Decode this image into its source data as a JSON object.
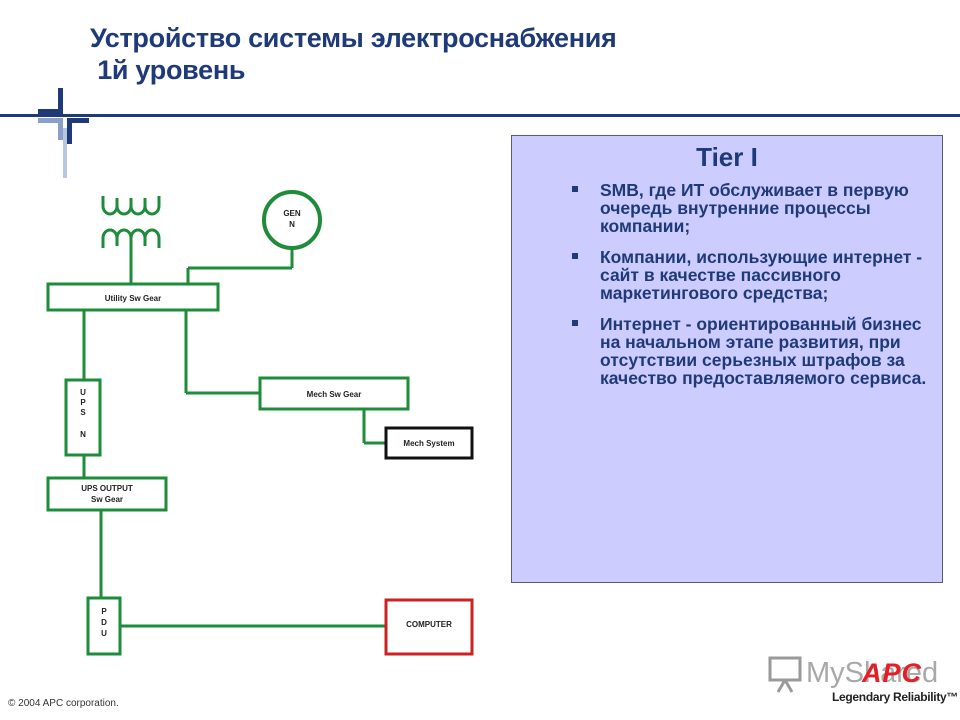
{
  "slide": {
    "title_line1": "Устройство системы электроснабжения",
    "title_line2": " 1й уровень",
    "copyright": "© 2004 APC corporation."
  },
  "diagram": {
    "gen_line1": "GEN",
    "gen_line2": "N",
    "utility_sw_gear": "Utility Sw Gear",
    "mech_sw_gear": "Mech Sw Gear",
    "mech_system": "Mech System",
    "ups_letters": [
      "U",
      "P",
      "S",
      "N"
    ],
    "ups_output_line1": "UPS OUTPUT",
    "ups_output_line2": "Sw Gear",
    "pdu_letters": [
      "P",
      "D",
      "U"
    ],
    "computer": "COMPUTER"
  },
  "infobox": {
    "heading": "Tier I",
    "bullets": [
      "SMB, где ИТ обслуживает в первую очередь внутренние процессы компании;",
      "Компании, использующие интернет - сайт в качестве пассивного маркетингового средства;",
      "Интернет - ориентированный бизнес на начальном этапе развития, при отсутствии серьезных штрафов за качество предоставляемого сервиса."
    ]
  },
  "branding": {
    "logo": "APC",
    "tagline": "Legendary Reliability",
    "watermark": "MyShared"
  },
  "colors": {
    "title": "#1f3a78",
    "line_green": "#1e8c3a",
    "box_green": "#1e8c3a",
    "computer_red": "#cc2222",
    "infobox_bg": "#ccccff",
    "apc_red": "#e31e24"
  }
}
